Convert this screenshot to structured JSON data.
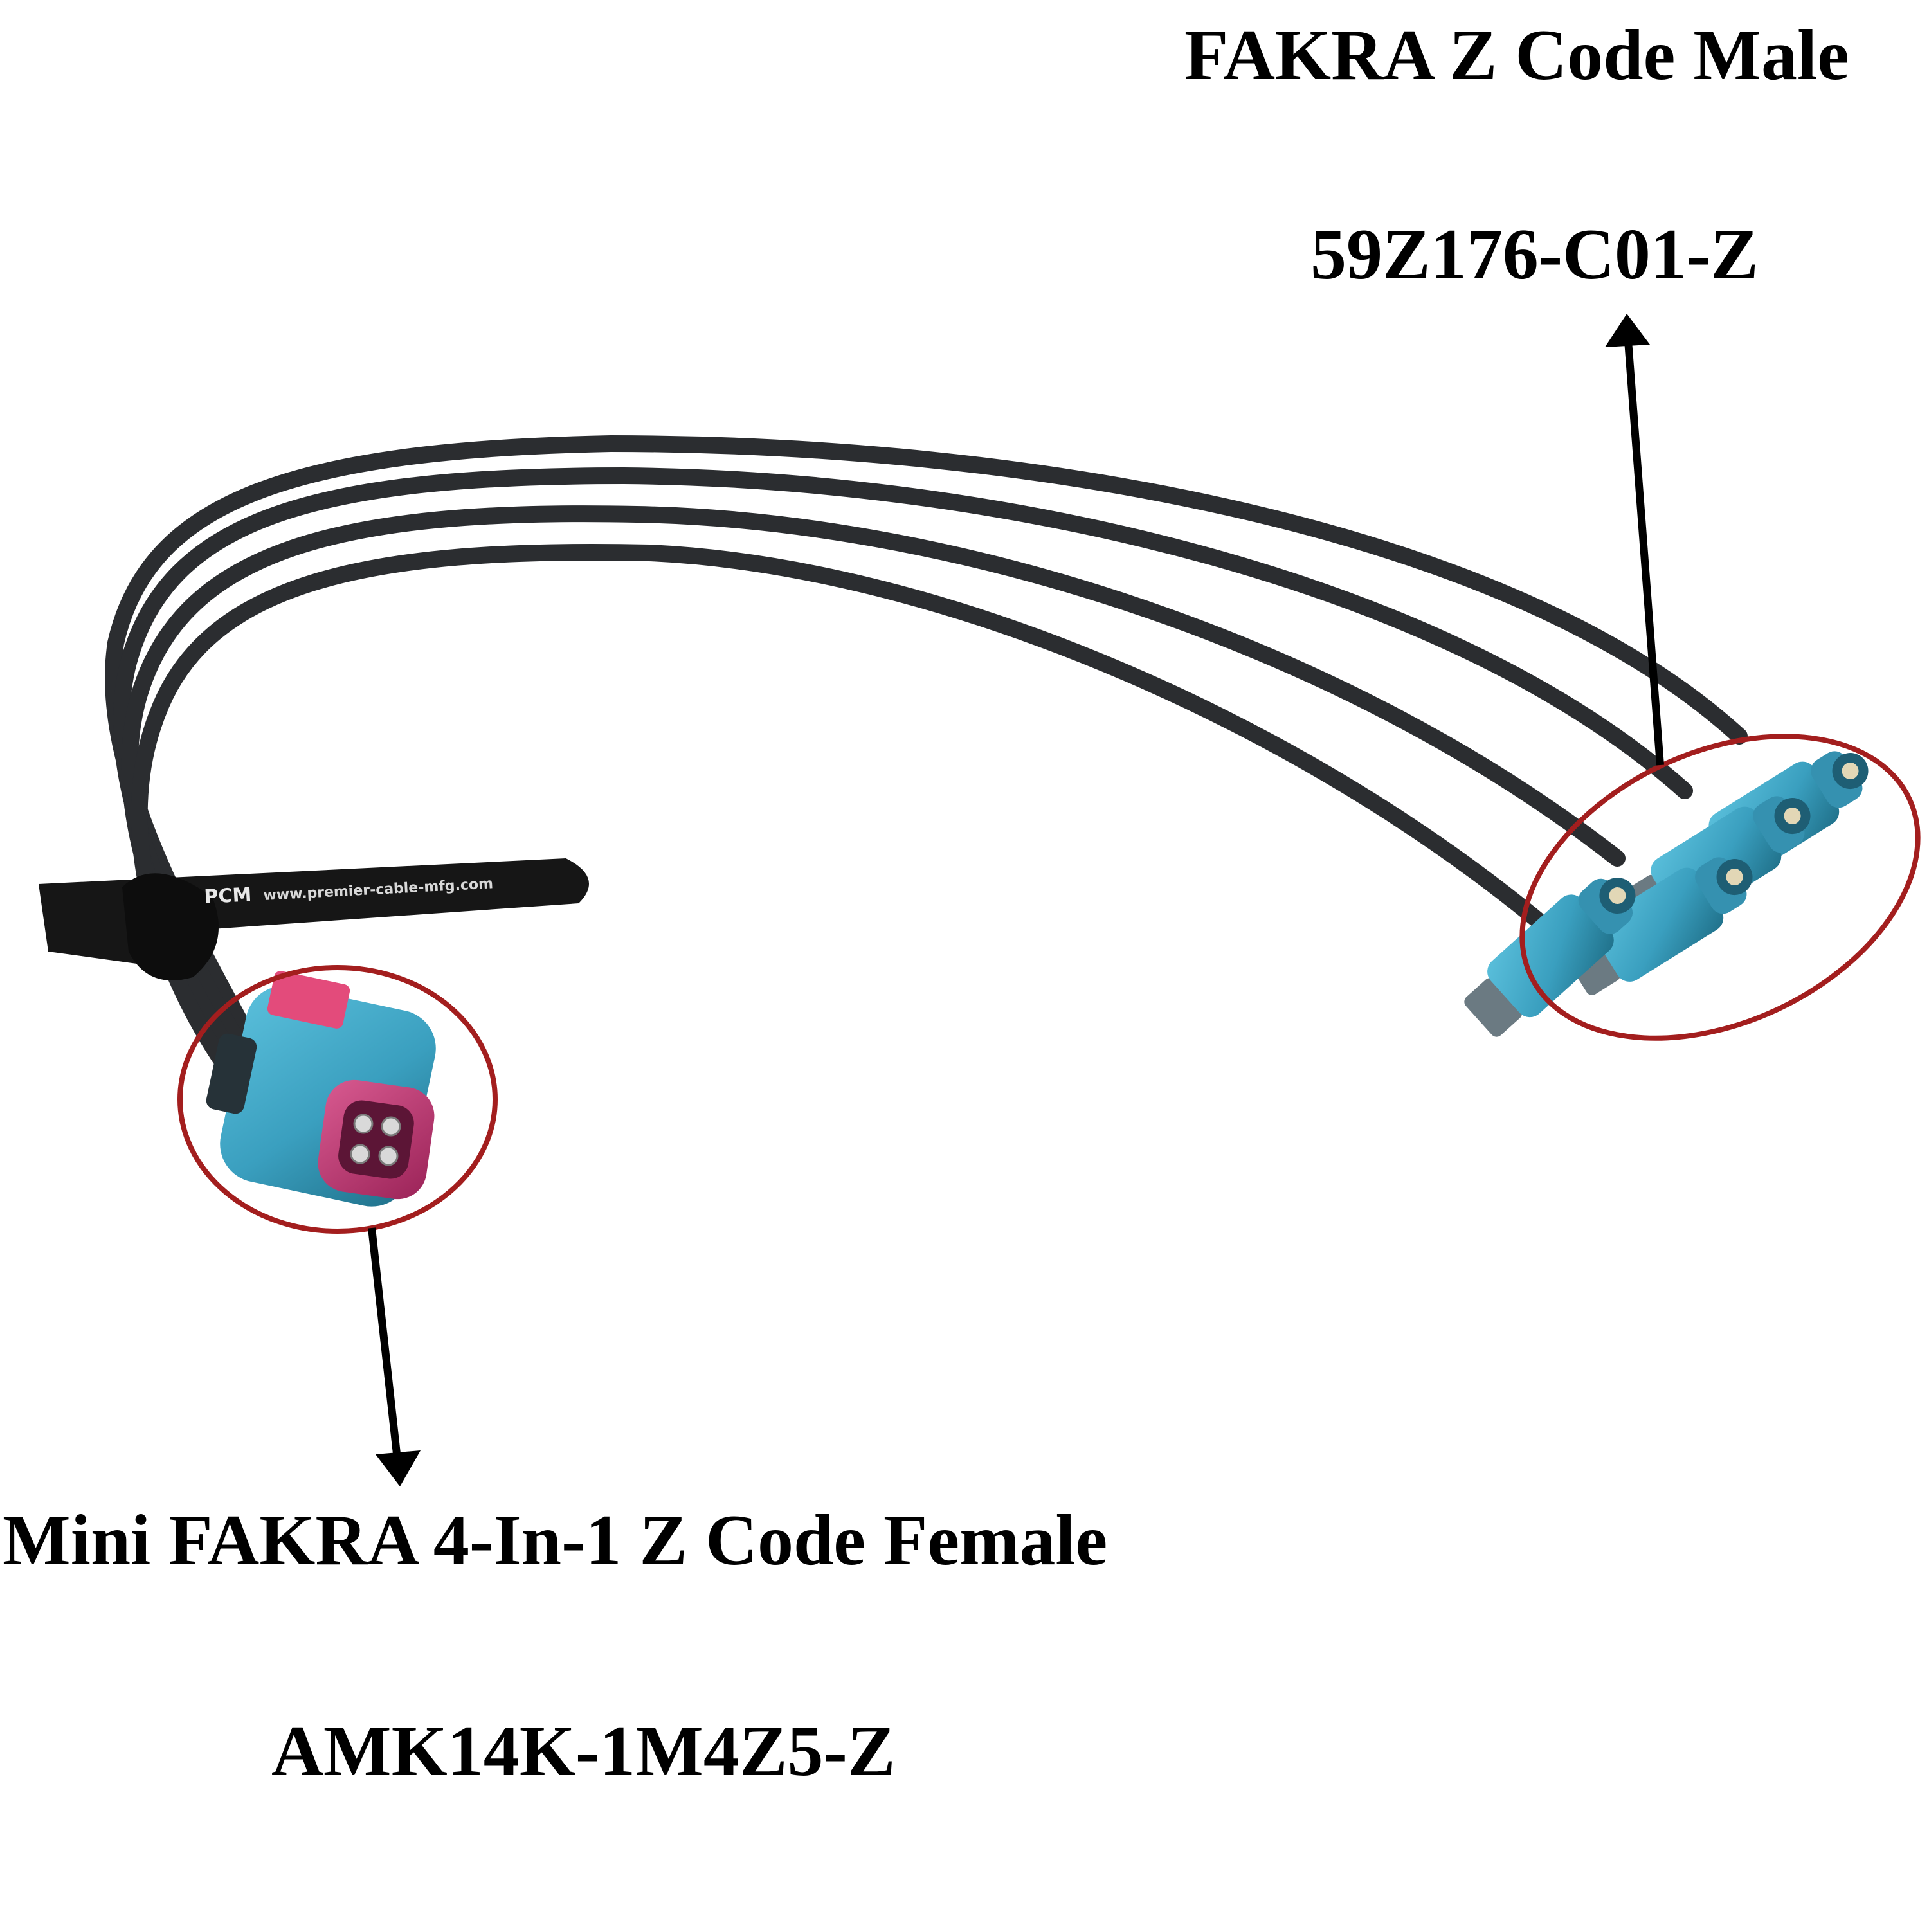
{
  "labels": {
    "male_title": "FAKRA Z Code Male",
    "male_part_number": "59Z176-C01-Z",
    "female_title": "Mini FAKRA 4-In-1 Z Code Female",
    "female_part_number": "AMK14K-1M4Z5-Z"
  },
  "strap": {
    "logo": "PCM",
    "website": "www.premier-cable-mfg.com"
  },
  "colors": {
    "background": "#ffffff",
    "cable": "#2b2d30",
    "fakra_z_housing": "#3a9fbf",
    "fakra_z_housing_dark": "#1f6f88",
    "mini_fakra_insert": "#c1356e",
    "highlight_ring": "#a31e1e",
    "arrow": "#000000",
    "latch_gray": "#6b7a82"
  }
}
